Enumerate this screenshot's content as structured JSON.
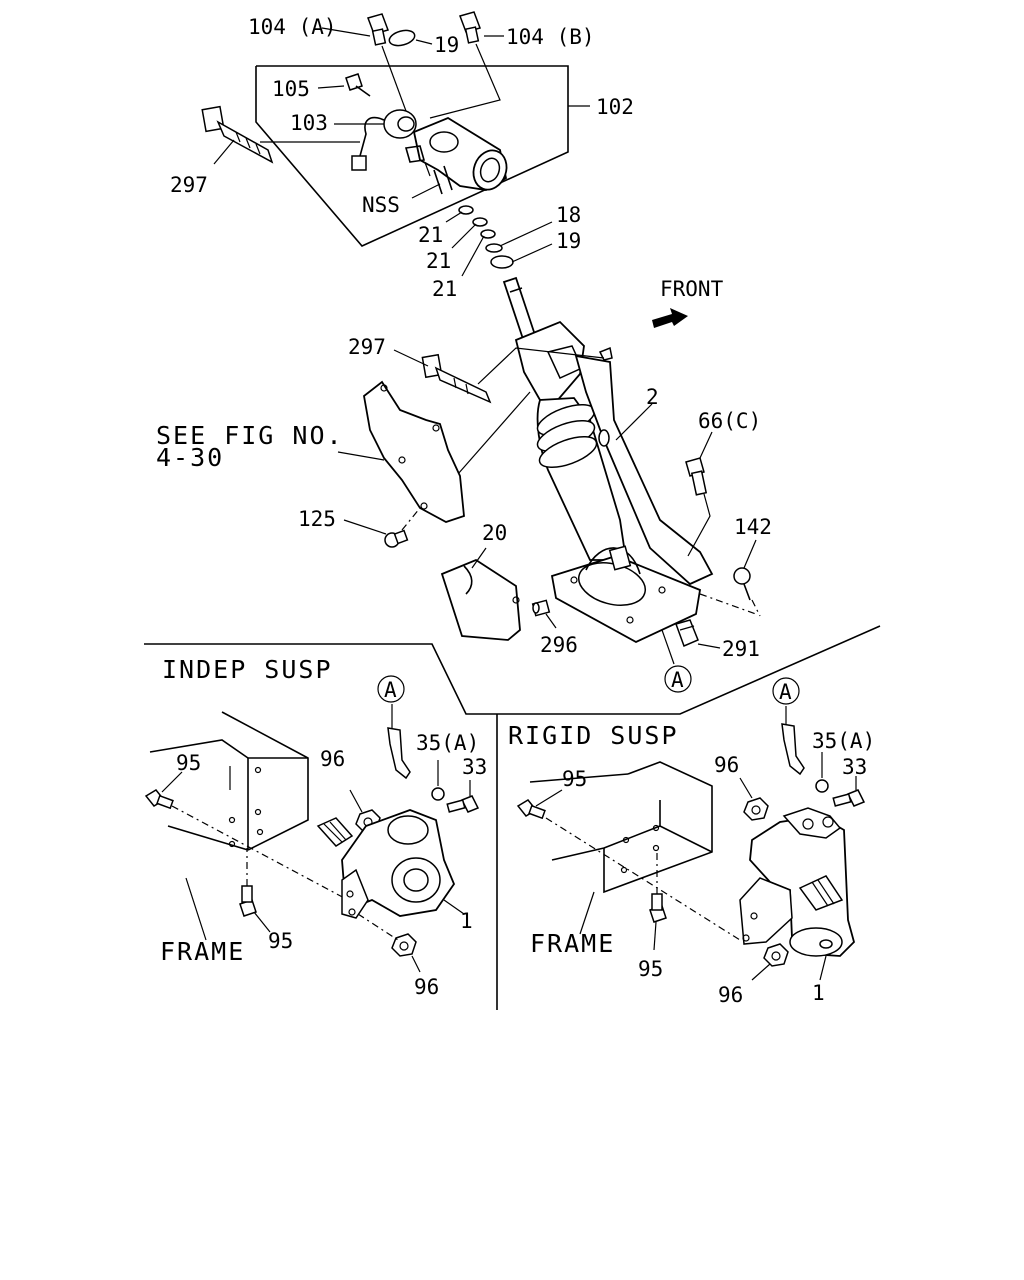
{
  "labels": {
    "p104a": "104 (A)",
    "p19_top": "19",
    "p104b": "104 (B)",
    "p105": "105",
    "p103": "103",
    "p102": "102",
    "p297_top": "297",
    "nss": "NSS",
    "p21_a": "21",
    "p21_b": "21",
    "p21_c": "21",
    "p18": "18",
    "p19_mid": "19",
    "front": "FRONT",
    "p297_mid": "297",
    "p2": "2",
    "see_fig_line1": "SEE FIG NO.",
    "see_fig_line2": "4-30",
    "p66c": "66(C)",
    "p125": "125",
    "p20": "20",
    "p142": "142",
    "p296": "296",
    "p291": "291",
    "ref_a_main": "A",
    "indep_susp": "INDEP SUSP",
    "ref_a_indep": "A",
    "p95_indep_left": "95",
    "p96_indep_top": "96",
    "p35a_indep": "35(A)",
    "p33_indep": "33",
    "frame_indep": "FRAME",
    "p95_indep_bottom": "95",
    "p1_indep": "1",
    "p96_indep_bottom": "96",
    "rigid_susp": "RIGID SUSP",
    "ref_a_rigid": "A",
    "p95_rigid_left": "95",
    "p96_rigid_top": "96",
    "p35a_rigid": "35(A)",
    "p33_rigid": "33",
    "frame_rigid": "FRAME",
    "p95_rigid_bottom": "95",
    "p96_rigid_bottom": "96",
    "p1_rigid": "1"
  },
  "colors": {
    "ink": "#000000",
    "paper": "#ffffff"
  }
}
